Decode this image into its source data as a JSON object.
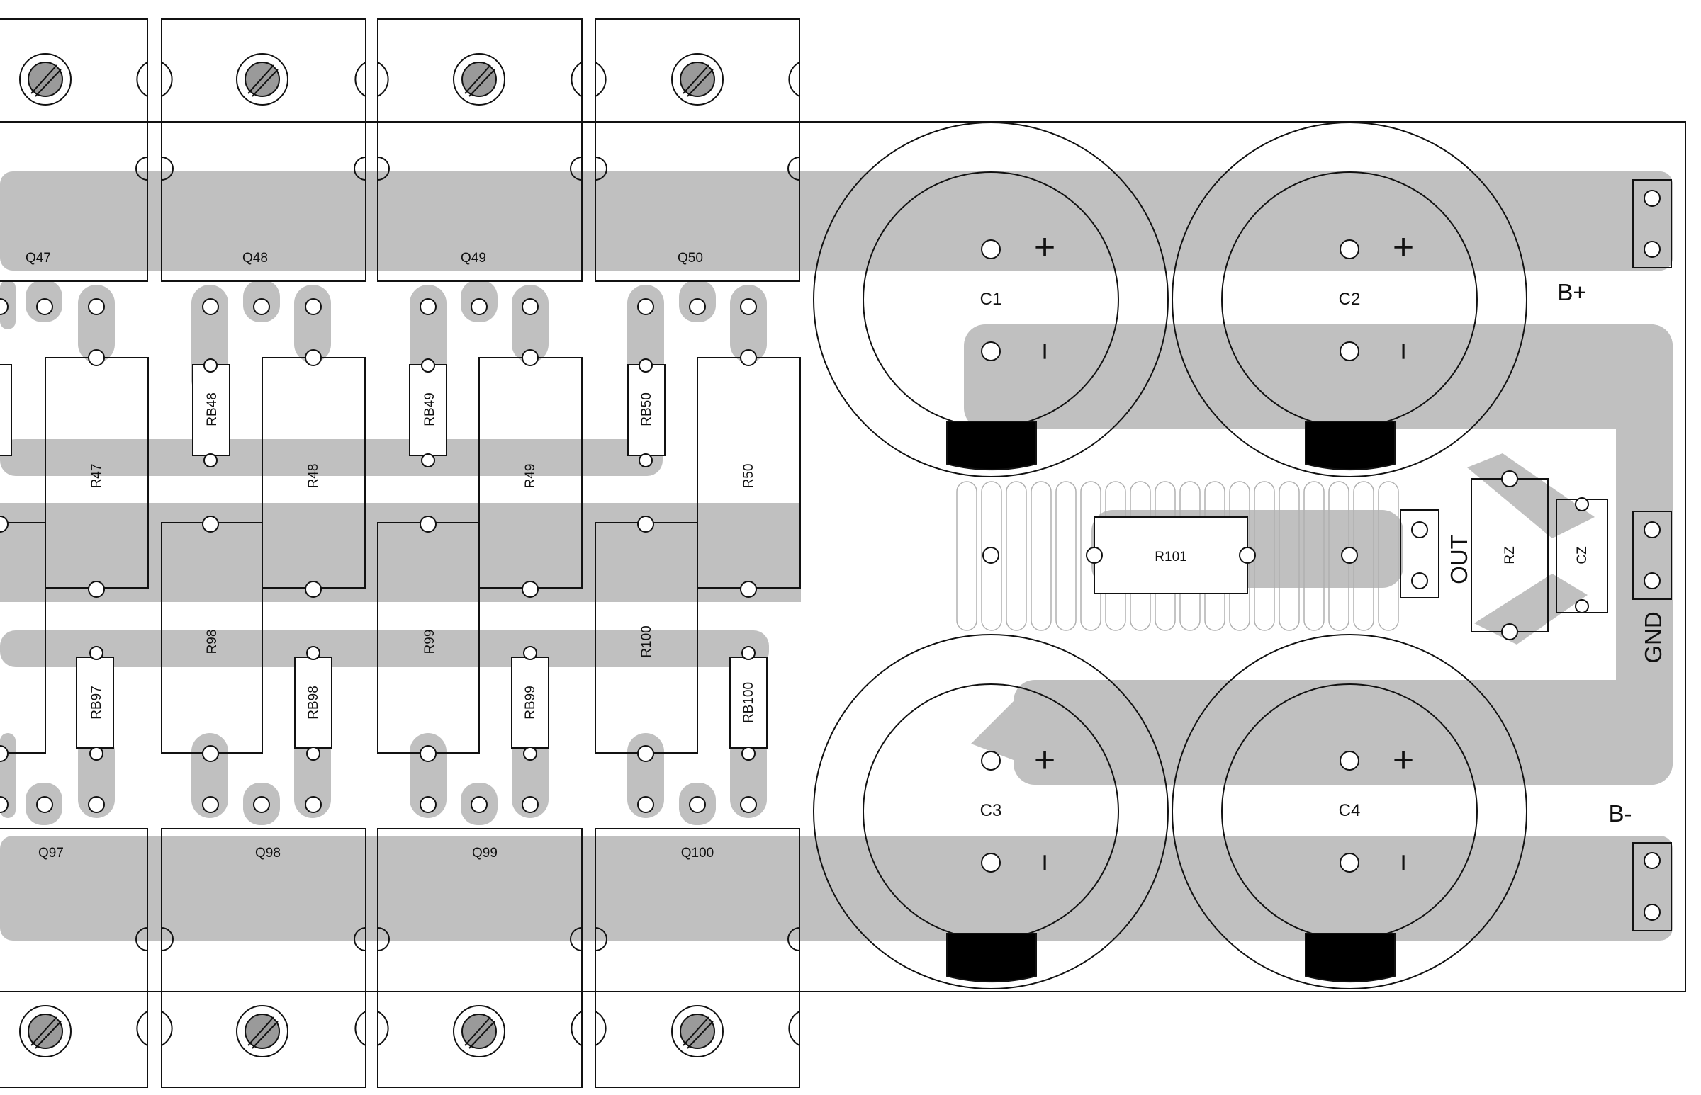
{
  "colors": {
    "background": "#ffffff",
    "copper_trace": "#c0c0c0",
    "outline": "#111111",
    "polarity_band": "#000000"
  },
  "transistors_top": [
    "Q47",
    "Q48",
    "Q49",
    "Q50"
  ],
  "transistors_bottom": [
    "Q97",
    "Q98",
    "Q99",
    "Q100"
  ],
  "emitter_resistors_top": [
    "R47",
    "R48",
    "R49",
    "R50"
  ],
  "emitter_resistors_bottom": [
    "R98",
    "R99",
    "R100"
  ],
  "base_resistors_top": [
    "RB48",
    "RB49",
    "RB50"
  ],
  "base_resistors_bottom": [
    "RB97",
    "RB98",
    "RB99",
    "RB100"
  ],
  "capacitors": [
    "C1",
    "C2",
    "C3",
    "C4"
  ],
  "polarity": {
    "plus": "+",
    "minus": "−"
  },
  "output_resistor": "R101",
  "zobel": {
    "resistor": "RZ",
    "capacitor": "CZ"
  },
  "terminals": {
    "b_plus": "B+",
    "b_minus": "B-",
    "gnd": "GND",
    "out": "OUT"
  },
  "icons": [
    "heatsink-screw-icon",
    "mounting-notch-icon"
  ]
}
